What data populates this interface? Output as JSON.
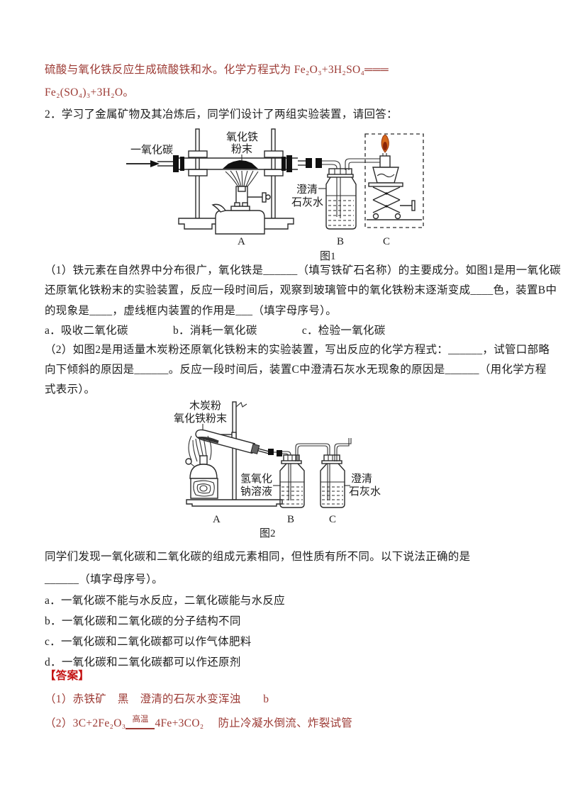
{
  "colors": {
    "body_text": "#1d1d1d",
    "red_text": "#9c3a34",
    "answer_header_red": "#c41414",
    "flame_orange": "#d4671c",
    "flame_core": "#8a2408"
  },
  "intro": {
    "line1": "硫酸与氧化铁反应生成硫酸铁和水。化学方程式为 Fe₂O₃+3H₂SO₄═══",
    "line2": "Fe₂(SO₄)₃+3H₂O。"
  },
  "question": {
    "stem": "2．学习了金属矿物及其冶炼后，同学们设计了两组实验装置，请回答：",
    "part1_line1": "（1）铁元素在自然界中分布很广，氧化铁是______（填写铁矿石名称）的主要成分。如图1是用一氧化碳",
    "part1_line2": "还原氧化铁粉末的实验装置，反应一段时间后，观察到玻璃管中的氧化铁粉末逐渐变成____色，装置B中",
    "part1_line3": "的现象是____，虚线框内装置的作用是___（填字母序号）。",
    "part1_options": "a．吸收二氧化碳　　　　b．消耗一氧化碳　　　　c．检验一氧化碳",
    "part2_line1": "（2）如图2是用适量木炭粉还原氧化铁粉末的实验装置，写出反应的化学方程式：______，试管口部略",
    "part2_line2": "向下倾斜的原因是______。反应一段时间后，装置C中澄清石灰水无现象的原因是______（用化学方程",
    "part2_line3": "式表示）。",
    "discussion_line1": "同学们发现一氧化碳和二氧化碳的组成元素相同，但性质有所不同。以下说法正确的是",
    "discussion_line2": "______（填字母序号）。",
    "option_a": "a．一氧化碳不能与水反应，二氧化碳能与水反应",
    "option_b": "b．一氧化碳和二氧化碳的分子结构不同",
    "option_c": "c．一氧化碳和二氧化碳都可以作气体肥料",
    "option_d": "d．一氧化碳和二氧化碳都可以作还原剂"
  },
  "figure1": {
    "caption": "图1",
    "label_co": "一氧化碳",
    "label_feo_1": "氧化铁",
    "label_feo_2": "粉末",
    "label_lime_1": "澄清",
    "label_lime_2": "石灰水",
    "label_a": "A",
    "label_b": "B",
    "label_c": "C"
  },
  "figure2": {
    "caption": "图2",
    "label_charcoal": "木炭粉",
    "label_feo": "氧化铁粉末",
    "label_naoh_1": "氢氧化",
    "label_naoh_2": "钠溶液",
    "label_lime_1": "澄清",
    "label_lime_2": "石灰水",
    "label_a": "A",
    "label_b": "B",
    "label_c": "C"
  },
  "answers": {
    "header": "【答案】",
    "a1": "（1）赤铁矿　黑　澄清的石灰水变浑浊　　b",
    "a2_pre": "（2）3C+2Fe₂O₃",
    "a2_condition": "高温",
    "a2_post": "4Fe+3CO₂　 防止冷凝水倒流、炸裂试管"
  }
}
